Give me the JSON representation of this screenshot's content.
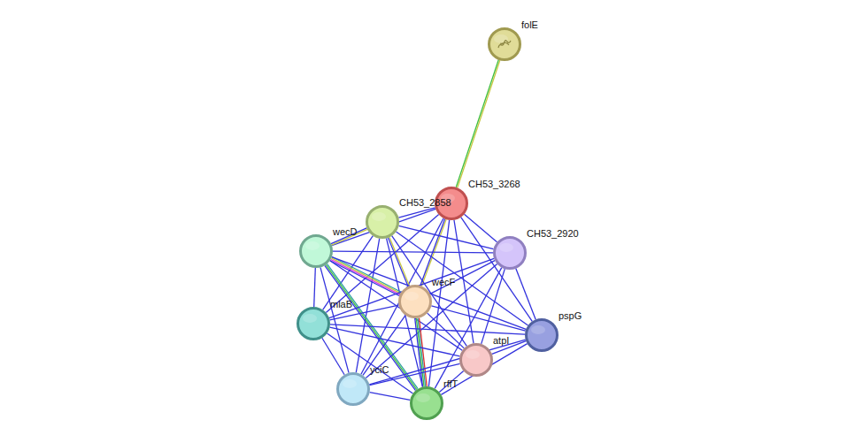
{
  "diagram": {
    "nodes": [
      {
        "text": [
          "folE"
        ]
      },
      {
        "text": [
          "CH53_3268"
        ]
      },
      {
        "text": [
          "CH53_2858"
        ]
      },
      {
        "text": [
          "wecD"
        ]
      },
      {
        "text": [
          "CH53_2920"
        ]
      },
      {
        "text": [
          "wecF"
        ]
      },
      {
        "text": [
          "mlaB"
        ]
      },
      {
        "text": [
          "pspG"
        ]
      },
      {
        "text": [
          "atpI"
        ]
      },
      {
        "text": [
          "yciC"
        ]
      },
      {
        "text": [
          "rffT"
        ]
      }
    ],
    "edges": [
      {
        "from": 0,
        "to": 1,
        "arrow": "none"
      },
      {
        "from": 1,
        "to": 2,
        "arrow": "none"
      },
      {
        "from": 1,
        "to": 3,
        "arrow": "none"
      },
      {
        "from": 1,
        "to": 4,
        "arrow": "none"
      },
      {
        "from": 1,
        "to": 5,
        "arrow": "none"
      },
      {
        "from": 1,
        "to": 6,
        "arrow": "none"
      },
      {
        "from": 1,
        "to": 7,
        "arrow": "none"
      },
      {
        "from": 1,
        "to": 8,
        "arrow": "none"
      },
      {
        "from": 1,
        "to": 9,
        "arrow": "none"
      },
      {
        "from": 1,
        "to": 10,
        "arrow": "none"
      },
      {
        "from": 2,
        "to": 3,
        "arrow": "none"
      },
      {
        "from": 2,
        "to": 4,
        "arrow": "none"
      },
      {
        "from": 2,
        "to": 5,
        "arrow": "none"
      },
      {
        "from": 2,
        "to": 6,
        "arrow": "none"
      },
      {
        "from": 2,
        "to": 7,
        "arrow": "none"
      },
      {
        "from": 2,
        "to": 8,
        "arrow": "none"
      },
      {
        "from": 2,
        "to": 9,
        "arrow": "none"
      },
      {
        "from": 2,
        "to": 10,
        "arrow": "none"
      },
      {
        "from": 3,
        "to": 4,
        "arrow": "none"
      },
      {
        "from": 3,
        "to": 5,
        "arrow": "none"
      },
      {
        "from": 3,
        "to": 6,
        "arrow": "none"
      },
      {
        "from": 3,
        "to": 7,
        "arrow": "none"
      },
      {
        "from": 3,
        "to": 8,
        "arrow": "none"
      },
      {
        "from": 3,
        "to": 9,
        "arrow": "none"
      },
      {
        "from": 3,
        "to": 10,
        "arrow": "none"
      },
      {
        "from": 4,
        "to": 5,
        "arrow": "none"
      },
      {
        "from": 4,
        "to": 6,
        "arrow": "none"
      },
      {
        "from": 4,
        "to": 7,
        "arrow": "none"
      },
      {
        "from": 4,
        "to": 8,
        "arrow": "none"
      },
      {
        "from": 4,
        "to": 9,
        "arrow": "none"
      },
      {
        "from": 4,
        "to": 10,
        "arrow": "none"
      },
      {
        "from": 5,
        "to": 6,
        "arrow": "none"
      },
      {
        "from": 5,
        "to": 7,
        "arrow": "none"
      },
      {
        "from": 5,
        "to": 8,
        "arrow": "none"
      },
      {
        "from": 5,
        "to": 9,
        "arrow": "none"
      },
      {
        "from": 5,
        "to": 10,
        "arrow": "none"
      },
      {
        "from": 6,
        "to": 7,
        "arrow": "none"
      },
      {
        "from": 6,
        "to": 8,
        "arrow": "none"
      },
      {
        "from": 6,
        "to": 9,
        "arrow": "none"
      },
      {
        "from": 6,
        "to": 10,
        "arrow": "none"
      },
      {
        "from": 7,
        "to": 8,
        "arrow": "none"
      },
      {
        "from": 7,
        "to": 9,
        "arrow": "none"
      },
      {
        "from": 7,
        "to": 10,
        "arrow": "none"
      },
      {
        "from": 8,
        "to": 9,
        "arrow": "none"
      },
      {
        "from": 8,
        "to": 10,
        "arrow": "none"
      },
      {
        "from": 9,
        "to": 10,
        "arrow": "none"
      }
    ]
  }
}
